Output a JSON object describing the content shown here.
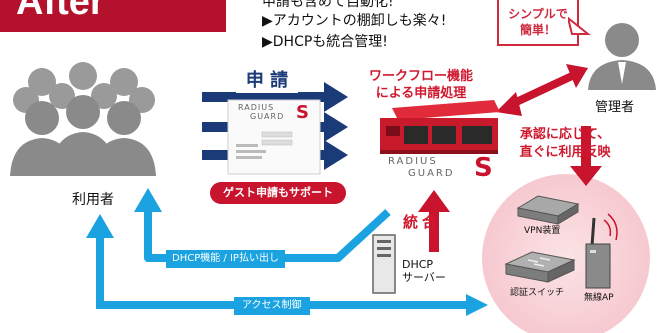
{
  "header": {
    "badge": "After",
    "bullets": [
      "申請も含めて自動化!",
      "▶アカウントの棚卸しも楽々!",
      "▶DHCPも統合管理!"
    ]
  },
  "callout": {
    "line1": "シンプルで",
    "line2": "簡単！"
  },
  "actors": {
    "users": "利用者",
    "admin": "管理者"
  },
  "arrows": {
    "apply": "申 請",
    "integrate_1": "統",
    "integrate_2": "合",
    "dhcp_lease": "DHCP機能 / IP払い出し",
    "access_control": "アクセス制御"
  },
  "workflow": {
    "line1": "ワークフロー機能",
    "line2": "による申請処理"
  },
  "approval": {
    "line1": "承認に応じて、",
    "line2": "直ぐに利用反映"
  },
  "guest_pill": "ゲスト申請もサポート",
  "server": {
    "line1": "DHCP",
    "line2": "サーバー"
  },
  "devices": {
    "vpn": "VPN装置",
    "switch": "認証スイッチ",
    "ap": "無線AP"
  },
  "brand": {
    "line1": "RADIUS",
    "line2": "GUARD",
    "mark": "S"
  },
  "colors": {
    "brand_red": "#b4122c",
    "arrow_navy": "#1b3a78",
    "arrow_cyan": "#1aa3e0",
    "accent_red": "#d0192f"
  }
}
